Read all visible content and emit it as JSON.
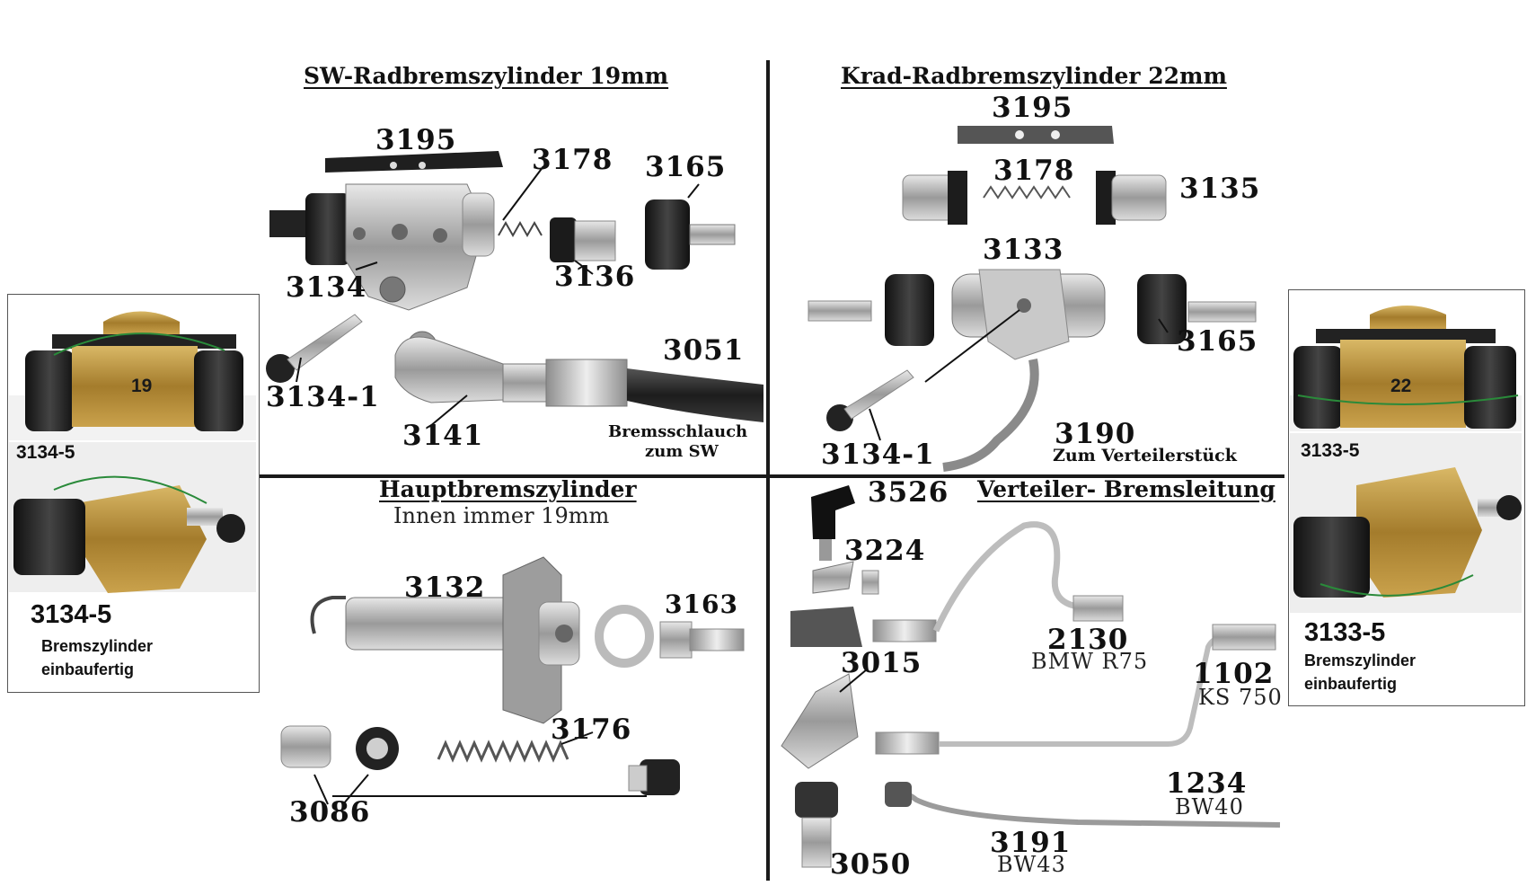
{
  "sections": {
    "sw": {
      "title": "SW-Radbremszylinder 19mm",
      "labels": {
        "p3195": "3195",
        "p3178": "3178",
        "p3165": "3165",
        "p3134": "3134",
        "p3136": "3136",
        "p3134_1": "3134-1",
        "p3051": "3051",
        "p3141": "3141"
      },
      "note_line1": "Bremsschlauch",
      "note_line2": "zum SW"
    },
    "krad": {
      "title": "Krad-Radbremszylinder 22mm",
      "labels": {
        "p3195": "3195",
        "p3178": "3178",
        "p3135": "3135",
        "p3133": "3133",
        "p3165": "3165",
        "p3134_1": "3134-1",
        "p3190": "3190"
      },
      "note": "Zum Verteilerstück"
    },
    "haupt": {
      "title": "Hauptbremszylinder",
      "subtitle": "Innen immer 19mm",
      "labels": {
        "p3132": "3132",
        "p3163": "3163",
        "p3176": "3176",
        "p3086": "3086"
      }
    },
    "verteiler": {
      "title": "Verteiler- Bremsleitung",
      "labels": {
        "p3526": "3526",
        "p3224": "3224",
        "p3015": "3015",
        "p2130": "2130",
        "p1102": "1102",
        "p1234": "1234",
        "p3191": "3191",
        "p3050": "3050"
      },
      "models": {
        "m2130": "BMW R75",
        "m1102": "KS 750",
        "m1234": "BW40",
        "m3191": "BW43"
      }
    }
  },
  "left_box": {
    "cyl_marking": "19",
    "code_top": "3134-5",
    "code_bottom": "3134-5",
    "desc_line1": "Bremszylinder",
    "desc_line2": "einbaufertig"
  },
  "right_box": {
    "cyl_marking": "22",
    "code_top": "3133-5",
    "code_bottom": "3133-5",
    "desc_line1": "Bremszylinder",
    "desc_line2": "einbaufertig"
  },
  "colors": {
    "brass": "#b8923a",
    "rubber": "#1e1e1e",
    "metal": "#b9b9b9",
    "wire": "#2a8a3a"
  }
}
